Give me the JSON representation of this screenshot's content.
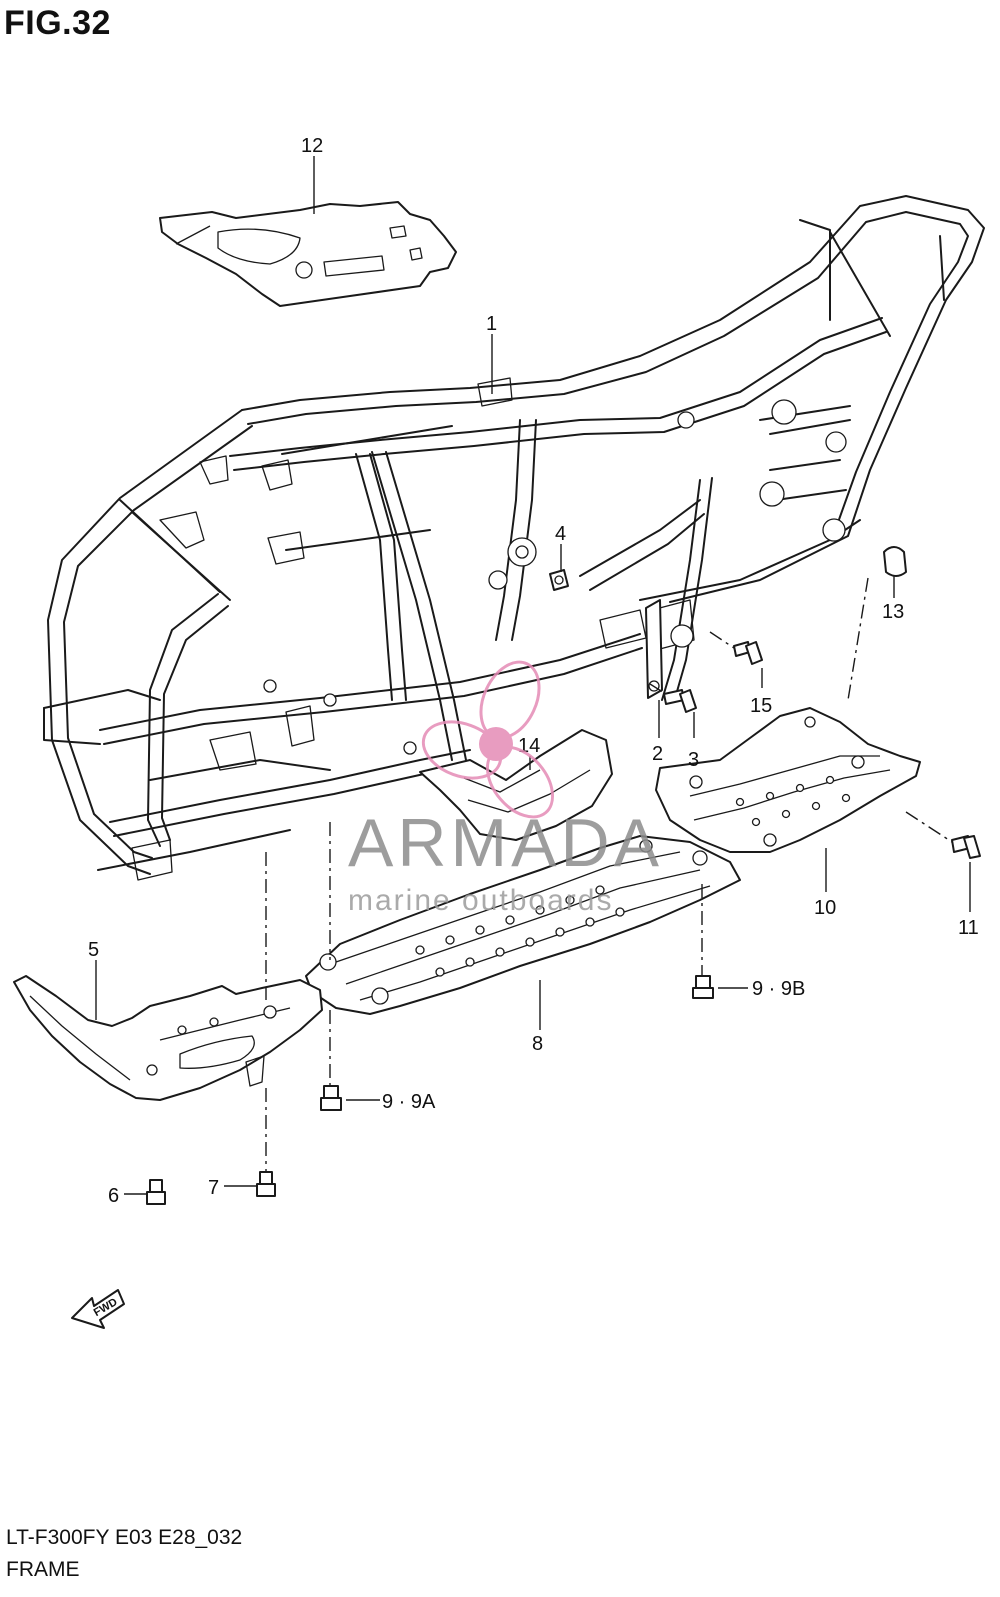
{
  "figure": {
    "title": "FIG.32"
  },
  "footer": {
    "model_code": "LT-F300FY E03 E28_032",
    "section": "FRAME"
  },
  "watermark": {
    "brand": "ARMADA",
    "tagline": "marine outboards",
    "accent_color": "#e58bb6"
  },
  "fwd_arrow": {
    "label": "FWD"
  },
  "callouts": {
    "c1": "1",
    "c2": "2",
    "c3": "3",
    "c4": "4",
    "c5": "5",
    "c6": "6",
    "c7": "7",
    "c8": "8",
    "c9a": "9 · 9A",
    "c9b": "9 · 9B",
    "c10": "10",
    "c11": "11",
    "c12": "12",
    "c13": "13",
    "c14": "14",
    "c15": "15"
  }
}
